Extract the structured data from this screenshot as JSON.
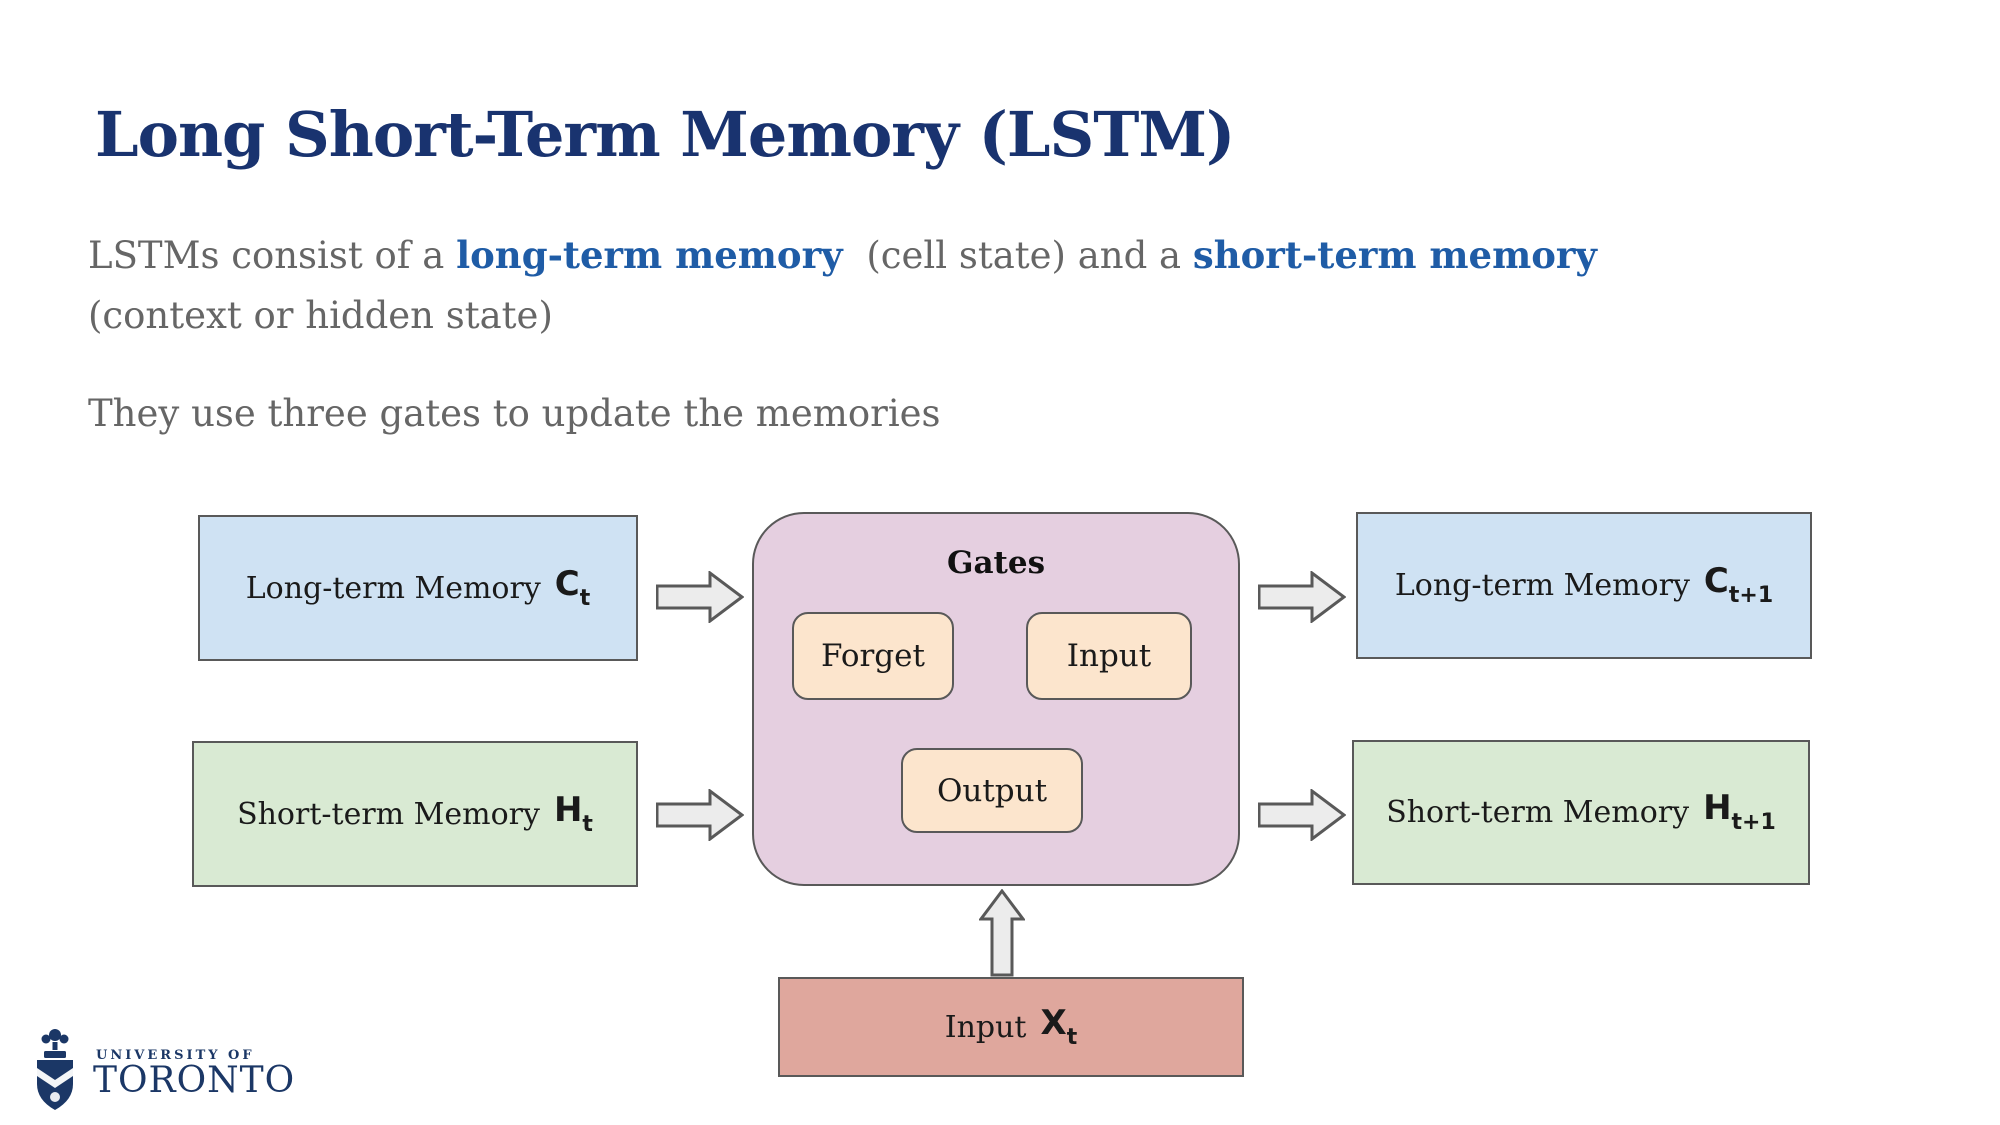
{
  "slide": {
    "title": "Long Short-Term Memory (LSTM)",
    "paragraph1": {
      "seg1": "LSTMs consist of a ",
      "highlight1": "long-term memory",
      "seg2": " (cell state) and a ",
      "highlight2": "short-term memory",
      "line2": "(context or hidden state)"
    },
    "paragraph2": "They use three gates to update the memories"
  },
  "diagram": {
    "long_term_in": {
      "label": "Long-term Memory",
      "var": "C",
      "sub": "t"
    },
    "short_term_in": {
      "label": "Short-term Memory",
      "var": "H",
      "sub": "t"
    },
    "gates": {
      "title": "Gates",
      "forget": "Forget",
      "input": "Input",
      "output": "Output"
    },
    "long_term_out": {
      "label": "Long-term Memory",
      "var": "C",
      "sub": "t+1"
    },
    "short_term_out": {
      "label": "Short-term Memory",
      "var": "H",
      "sub": "t+1"
    },
    "input_x": {
      "label": "Input",
      "var": "X",
      "sub": "t"
    }
  },
  "logo": {
    "line1": "UNIVERSITY OF",
    "line2": "TORONTO"
  },
  "colors": {
    "title_navy": "#19336f",
    "body_gray": "#666666",
    "highlight_blue": "#1f5ca6",
    "box_blue": "#cfe2f3",
    "box_green": "#d9ead3",
    "gates_pink": "#e5cfe0",
    "gate_peach": "#fce5cd",
    "input_salmon": "#dfa79d",
    "border_gray": "#595959",
    "arrow_fill": "#ececec",
    "logo_navy": "#1b3766"
  }
}
